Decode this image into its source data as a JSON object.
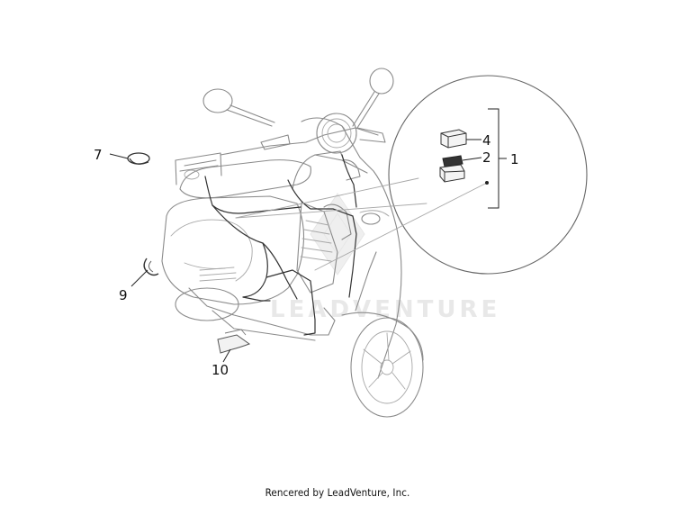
{
  "callouts": {
    "c1": "1",
    "c2": "2",
    "c4": "4",
    "c7": "7",
    "c9": "9",
    "c10": "10"
  },
  "watermark": "LEADVENTURE",
  "footer": "Rencered by LeadVenture, Inc."
}
